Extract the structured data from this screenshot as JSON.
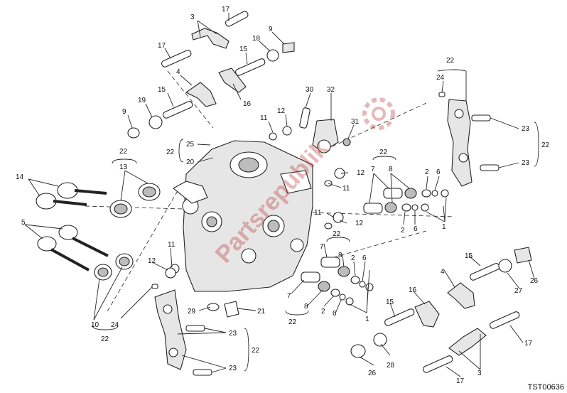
{
  "watermark": "Partsrepublik",
  "drawing_code": "TST00636",
  "callouts": [
    {
      "id": "c01",
      "text": "17"
    },
    {
      "id": "c02",
      "text": "3"
    },
    {
      "id": "c03",
      "text": "17"
    },
    {
      "id": "c04",
      "text": "18"
    },
    {
      "id": "c05",
      "text": "9"
    },
    {
      "id": "c06",
      "text": "15"
    },
    {
      "id": "c07",
      "text": "4"
    },
    {
      "id": "c08",
      "text": "15"
    },
    {
      "id": "c09",
      "text": "16"
    },
    {
      "id": "c10",
      "text": "19"
    },
    {
      "id": "c11",
      "text": "9"
    },
    {
      "id": "c12",
      "text": "30"
    },
    {
      "id": "c13",
      "text": "32"
    },
    {
      "id": "c14",
      "text": "12"
    },
    {
      "id": "c15",
      "text": "11"
    },
    {
      "id": "c16",
      "text": "31"
    },
    {
      "id": "c17",
      "text": "22"
    },
    {
      "id": "c18",
      "text": "24"
    },
    {
      "id": "c19",
      "text": "23"
    },
    {
      "id": "c20",
      "text": "22"
    },
    {
      "id": "c21",
      "text": "23"
    },
    {
      "id": "c22",
      "text": "25"
    },
    {
      "id": "c23",
      "text": "22"
    },
    {
      "id": "c24",
      "text": "20"
    },
    {
      "id": "c25",
      "text": "22"
    },
    {
      "id": "c26",
      "text": "13"
    },
    {
      "id": "c27",
      "text": "14"
    },
    {
      "id": "c28",
      "text": "22"
    },
    {
      "id": "c29",
      "text": "12"
    },
    {
      "id": "c30",
      "text": "7"
    },
    {
      "id": "c31",
      "text": "8"
    },
    {
      "id": "c32",
      "text": "2"
    },
    {
      "id": "c33",
      "text": "6"
    },
    {
      "id": "c34",
      "text": "11"
    },
    {
      "id": "c35",
      "text": "2"
    },
    {
      "id": "c36",
      "text": "6"
    },
    {
      "id": "c37",
      "text": "1"
    },
    {
      "id": "c38",
      "text": "11"
    },
    {
      "id": "c39",
      "text": "12"
    },
    {
      "id": "c40",
      "text": "22"
    },
    {
      "id": "c41",
      "text": "5"
    },
    {
      "id": "c42",
      "text": "11"
    },
    {
      "id": "c43",
      "text": "12"
    },
    {
      "id": "c44",
      "text": "7"
    },
    {
      "id": "c45",
      "text": "8"
    },
    {
      "id": "c46",
      "text": "2"
    },
    {
      "id": "c47",
      "text": "6"
    },
    {
      "id": "c48",
      "text": "7"
    },
    {
      "id": "c49",
      "text": "8"
    },
    {
      "id": "c50",
      "text": "2"
    },
    {
      "id": "c51",
      "text": "6"
    },
    {
      "id": "c52",
      "text": "1"
    },
    {
      "id": "c53",
      "text": "22"
    },
    {
      "id": "c54",
      "text": "15"
    },
    {
      "id": "c55",
      "text": "4"
    },
    {
      "id": "c56",
      "text": "26"
    },
    {
      "id": "c57",
      "text": "27"
    },
    {
      "id": "c58",
      "text": "16"
    },
    {
      "id": "c59",
      "text": "15"
    },
    {
      "id": "c60",
      "text": "10"
    },
    {
      "id": "c61",
      "text": "24"
    },
    {
      "id": "c62",
      "text": "22"
    },
    {
      "id": "c63",
      "text": "29"
    },
    {
      "id": "c64",
      "text": "21"
    },
    {
      "id": "c65",
      "text": "23"
    },
    {
      "id": "c66",
      "text": "22"
    },
    {
      "id": "c67",
      "text": "23"
    },
    {
      "id": "c68",
      "text": "28"
    },
    {
      "id": "c69",
      "text": "26"
    },
    {
      "id": "c70",
      "text": "17"
    },
    {
      "id": "c71",
      "text": "17"
    },
    {
      "id": "c72",
      "text": "3"
    }
  ]
}
